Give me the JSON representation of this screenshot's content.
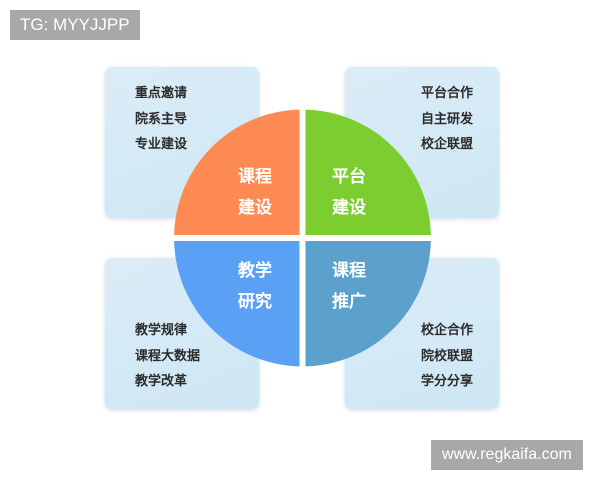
{
  "watermarks": {
    "top_left": "TG: MYYJJPP",
    "bottom_right": "www.regkaifa.com"
  },
  "quadrants": [
    {
      "id": "course-building",
      "title_line1": "课程",
      "title_line2": "建设",
      "color": "#fd8a52",
      "items": [
        "重点邀请",
        "院系主导",
        "专业建设"
      ]
    },
    {
      "id": "platform-building",
      "title_line1": "平台",
      "title_line2": "建设",
      "color": "#7ccd2f",
      "items": [
        "平台合作",
        "自主研发",
        "校企联盟"
      ]
    },
    {
      "id": "teaching-research",
      "title_line1": "教学",
      "title_line2": "研究",
      "color": "#5aa0f5",
      "items": [
        "教学规律",
        "课程大数据",
        "教学改革"
      ]
    },
    {
      "id": "course-promotion",
      "title_line1": "课程",
      "title_line2": "推广",
      "color": "#5ba1cb",
      "items": [
        "校企合作",
        "院校联盟",
        "学分分享"
      ]
    }
  ],
  "colors": {
    "box_background": "#d6eaf5",
    "item_text": "#2b2b2b",
    "watermark_bg": "#a8a8a8"
  }
}
